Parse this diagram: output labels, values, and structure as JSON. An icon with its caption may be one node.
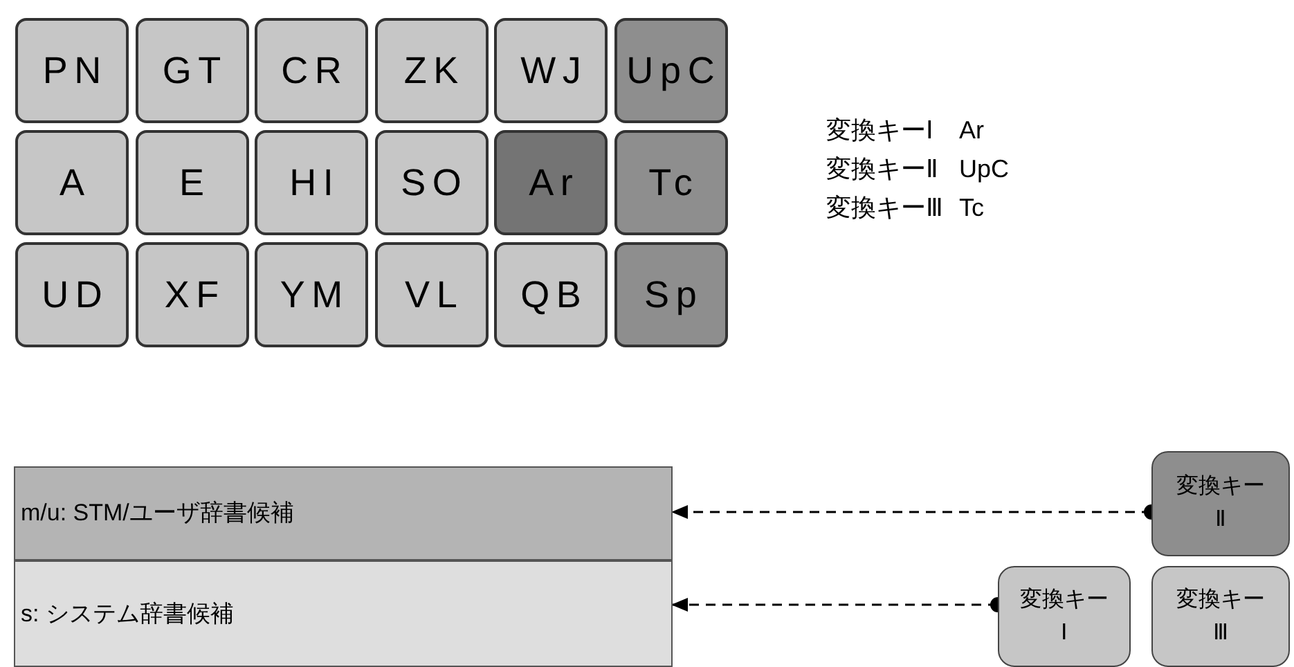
{
  "diagram": {
    "nodes": [
      {
        "text": [
          "PN"
        ]
      },
      {
        "text": [
          "GT"
        ]
      },
      {
        "text": [
          "CR"
        ]
      },
      {
        "text": [
          "ZK"
        ]
      },
      {
        "text": [
          "WJ"
        ]
      },
      {
        "text": [
          "UpC"
        ]
      },
      {
        "text": [
          "A"
        ]
      },
      {
        "text": [
          "E"
        ]
      },
      {
        "text": [
          "HI"
        ]
      },
      {
        "text": [
          "SO"
        ]
      },
      {
        "text": [
          "Ar"
        ]
      },
      {
        "text": [
          "Tc"
        ]
      },
      {
        "text": [
          "UD"
        ]
      },
      {
        "text": [
          "XF"
        ]
      },
      {
        "text": [
          "YM"
        ]
      },
      {
        "text": [
          "VL"
        ]
      },
      {
        "text": [
          "QB"
        ]
      },
      {
        "text": [
          "Sp"
        ]
      },
      {
        "text": [
          "m/u: STM/ユーザ辞書候補"
        ]
      },
      {
        "text": [
          "s: システム辞書候補"
        ]
      },
      {
        "text": [
          "変換キーⅡ"
        ]
      },
      {
        "text": [
          "変換キーⅠ"
        ]
      },
      {
        "text": [
          "変換キーⅢ"
        ]
      }
    ],
    "edges": [
      {
        "from": 20,
        "to": 18,
        "arrow": "to",
        "style": "dashed"
      },
      {
        "from": 21,
        "to": 19,
        "arrow": "to",
        "style": "dashed"
      }
    ],
    "labels": [
      "変換キーⅠ",
      "Ar",
      "変換キーⅡ",
      "UpC",
      "変換キーⅢ",
      "Tc"
    ]
  }
}
